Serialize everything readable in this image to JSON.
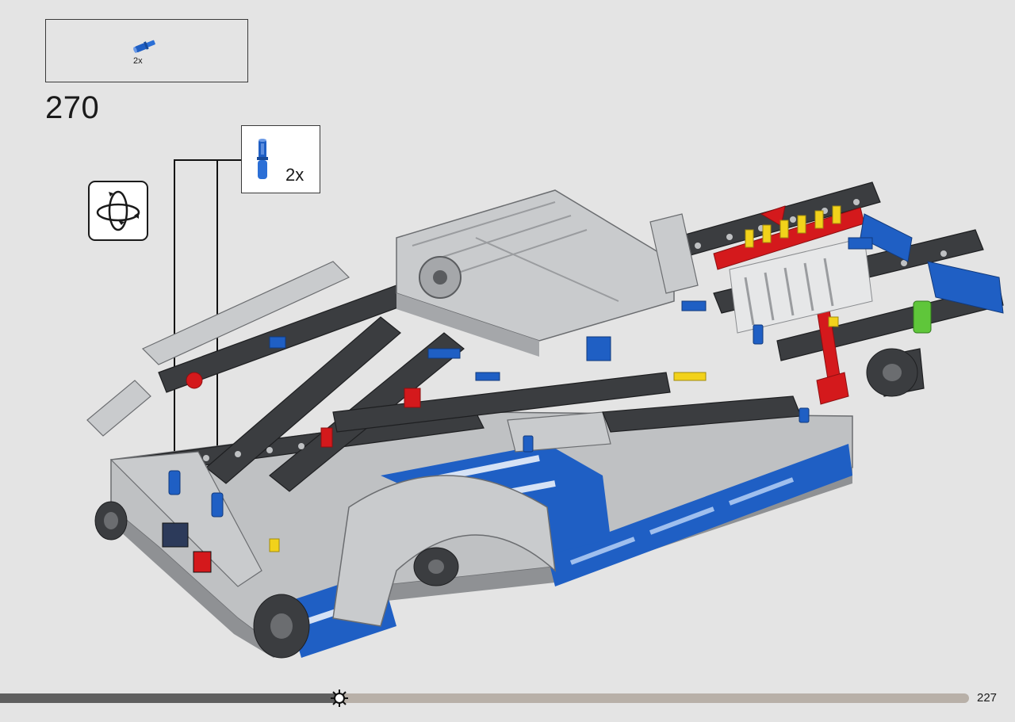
{
  "parts_list": {
    "quantity": "2x",
    "part_icon": "blue-axle-pin-icon",
    "part_color": "#1f5fc4"
  },
  "step": {
    "number": "270"
  },
  "rotate_indicator": {
    "icon": "rotate-model-icon"
  },
  "callout": {
    "quantity": "2x",
    "part_icon": "blue-axle-pin-icon",
    "part_color": "#1f5fc4"
  },
  "model": {
    "icon": "technic-car-chassis-illustration",
    "colors": {
      "dark_gray": "#3b3d40",
      "light_gray": "#bfc1c3",
      "blue": "#1f5fc4",
      "red": "#d4191c",
      "yellow": "#f2d21b",
      "lime": "#5fc63a"
    }
  },
  "progress": {
    "fraction": 0.35,
    "marker_icon": "gear-sun-icon"
  },
  "page": {
    "number": "227"
  }
}
